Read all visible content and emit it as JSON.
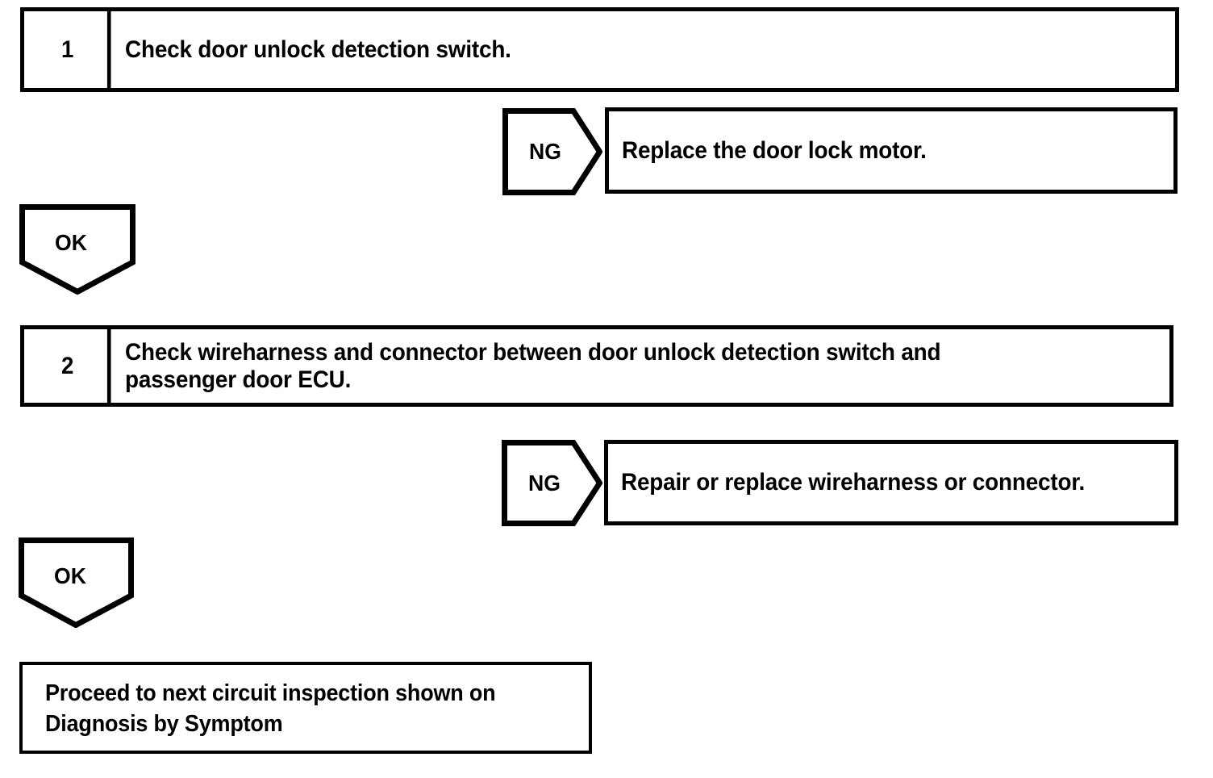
{
  "document": {
    "type": "troubleshooting-flowchart",
    "background_color": "#ffffff",
    "line_color": "#000000"
  },
  "steps": [
    {
      "number": "1",
      "text": "Check door unlock detection switch.",
      "lines": [
        "Check door unlock detection switch."
      ]
    },
    {
      "number": "2",
      "text": "Check wireharness and connector between door unlock detection switch and passenger door ECU.",
      "lines": [
        "Check wireharness and connector between door unlock detection switch and",
        "passenger door ECU."
      ]
    }
  ],
  "branches": [
    {
      "label": "NG",
      "action": "Replace the door lock motor.",
      "direction": "right"
    },
    {
      "label": "NG",
      "action": "Repair or replace wireharness or connector.",
      "direction": "right"
    }
  ],
  "pass_arrows": [
    {
      "label": "OK",
      "direction": "down"
    },
    {
      "label": "OK",
      "direction": "down"
    }
  ],
  "final": {
    "lines": [
      "Proceed to next circuit inspection shown on",
      "Diagnosis by Symptom"
    ]
  }
}
